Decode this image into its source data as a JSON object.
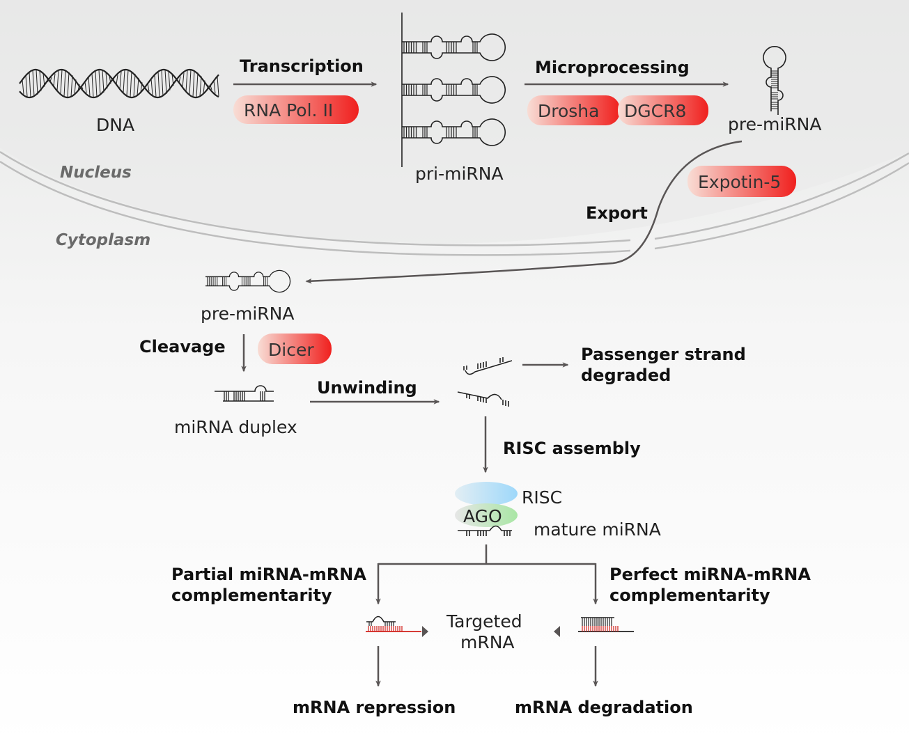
{
  "compartments": {
    "nucleus": "Nucleus",
    "cytoplasm": "Cytoplasm"
  },
  "molecules": {
    "dna": "DNA",
    "pri_mirna": "pri-miRNA",
    "pre_mirna_nucleus": "pre-miRNA",
    "pre_mirna_cytoplasm": "pre-miRNA",
    "mirna_duplex": "miRNA duplex",
    "risc": "RISC",
    "ago": "AGO",
    "mature_mirna": "mature miRNA",
    "targeted_mrna_line1": "Targeted",
    "targeted_mrna_line2": "mRNA"
  },
  "steps": {
    "transcription": "Transcription",
    "microprocessing": "Microprocessing",
    "export": "Export",
    "cleavage": "Cleavage",
    "unwinding": "Unwinding",
    "risc_assembly": "RISC assembly",
    "passenger_line1": "Passenger strand",
    "passenger_line2": "degraded",
    "partial_line1": "Partial miRNA-mRNA",
    "partial_line2": "complementarity",
    "perfect_line1": "Perfect miRNA-mRNA",
    "perfect_line2": "complementarity",
    "repression": "mRNA repression",
    "degradation": "mRNA degradation"
  },
  "enzymes": {
    "rna_pol": "RNA Pol. II",
    "drosha": "Drosha",
    "dgcr8": "DGCR8",
    "exportin": "Expotin-5",
    "dicer": "Dicer"
  },
  "colors": {
    "enzyme_start": "#f8ddd5",
    "enzyme_end": "#f0201e",
    "risc": "#a9dcf7",
    "ago": "#b8e6b4",
    "target_mrna": "#d0201b",
    "arrow": "#595555"
  }
}
